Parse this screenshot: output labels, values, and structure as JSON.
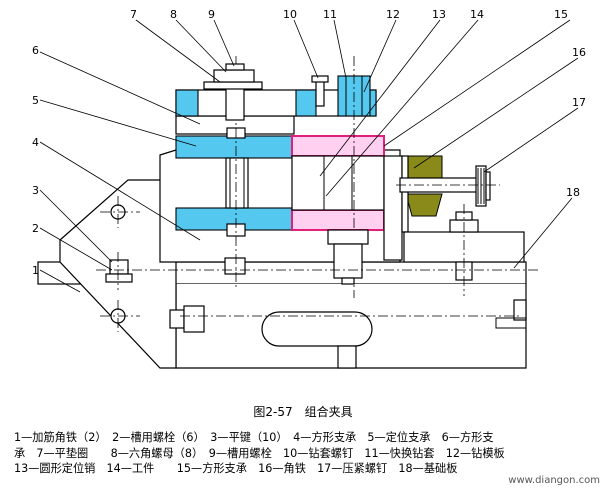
{
  "callouts": [
    "1",
    "2",
    "3",
    "4",
    "5",
    "6",
    "7",
    "8",
    "9",
    "10",
    "11",
    "12",
    "13",
    "14",
    "15",
    "16",
    "17",
    "18"
  ],
  "caption": "图2-57　组合夹具",
  "legend": [
    "1—加筋角铁（2）　2—槽用螺栓（6）　3—平键（10）　4—方形支承　5—定位支承　6—方形支",
    "承　7—平垫圈　　8—六角螺母（8）　9—槽用螺栓　10—钻套螺钉　11—快换钻套　12—钻模板",
    "13—圆形定位销　14—工件　　15—方形支承　16—角铁　17—压紧螺钉　18—基础板"
  ],
  "watermark": "www.diangon.com",
  "colors": {
    "support_blue": "#55c8f0",
    "workpiece_pink": "#ffd0f0",
    "workpiece_outline": "#e0207a",
    "angle_iron": "#8a8a1a"
  }
}
